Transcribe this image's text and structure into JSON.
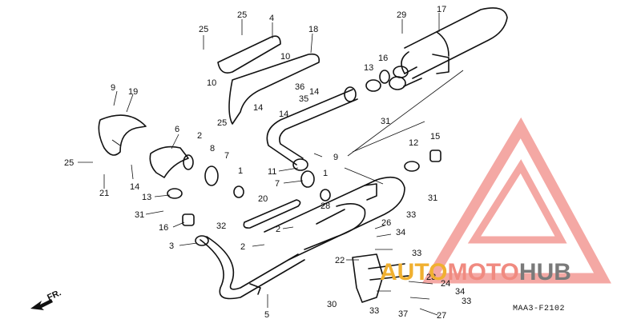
{
  "diagram": {
    "code": "MAA3-F2102",
    "direction_label": "FR.",
    "callouts": [
      "25",
      "4",
      "18",
      "29",
      "17",
      "25",
      "10",
      "10",
      "36",
      "35",
      "14",
      "14",
      "14",
      "13",
      "16",
      "9",
      "19",
      "6",
      "25",
      "31",
      "15",
      "12",
      "2",
      "8",
      "7",
      "1",
      "9",
      "25",
      "14",
      "21",
      "11",
      "7",
      "1",
      "20",
      "13",
      "31",
      "28",
      "33",
      "31",
      "16",
      "32",
      "2",
      "26",
      "34",
      "3",
      "2",
      "33",
      "22",
      "24",
      "23",
      "34",
      "33",
      "30",
      "33",
      "37",
      "27",
      "5"
    ],
    "colors": {
      "line": "#111111",
      "watermark_triangle": "#f4a8a4",
      "watermark_auto": "#f0b030",
      "watermark_moto": "#f08a80",
      "watermark_hub": "#7a7a7a"
    }
  },
  "watermark": {
    "part1": "AUTO",
    "part2": "MOTO",
    "part3": "HUB"
  }
}
